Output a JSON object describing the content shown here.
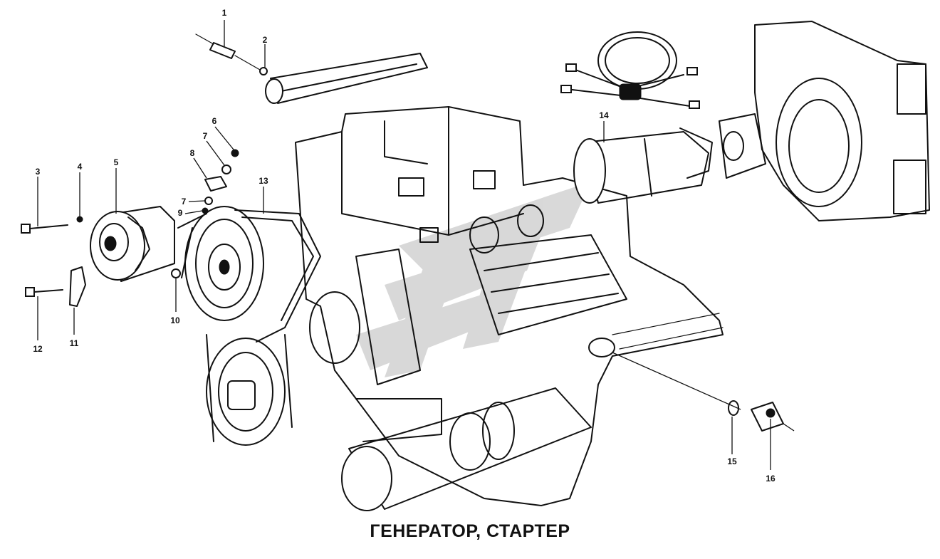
{
  "title": "ГЕНЕРАТОР, СТАРТЕР",
  "watermark_color": "#b9b9b9",
  "ink_color": "#111111",
  "callouts": [
    {
      "id": "callout-1",
      "label": "1"
    },
    {
      "id": "callout-2",
      "label": "2"
    },
    {
      "id": "callout-3",
      "label": "3"
    },
    {
      "id": "callout-4",
      "label": "4"
    },
    {
      "id": "callout-5",
      "label": "5"
    },
    {
      "id": "callout-6",
      "label": "6"
    },
    {
      "id": "callout-7a",
      "label": "7"
    },
    {
      "id": "callout-8",
      "label": "8"
    },
    {
      "id": "callout-7b",
      "label": "7"
    },
    {
      "id": "callout-9",
      "label": "9"
    },
    {
      "id": "callout-10",
      "label": "10"
    },
    {
      "id": "callout-11",
      "label": "11"
    },
    {
      "id": "callout-12",
      "label": "12"
    },
    {
      "id": "callout-13",
      "label": "13"
    },
    {
      "id": "callout-14",
      "label": "14"
    },
    {
      "id": "callout-15",
      "label": "15"
    },
    {
      "id": "callout-16",
      "label": "16"
    }
  ]
}
